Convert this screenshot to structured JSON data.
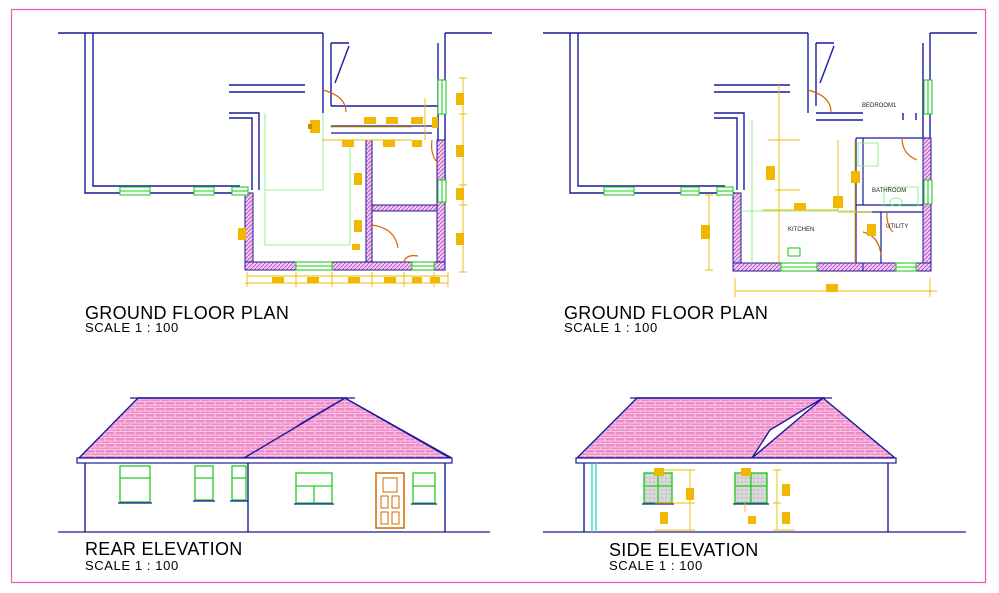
{
  "drawings": [
    {
      "title": "GROUND FLOOR PLAN",
      "scale": "SCALE 1 : 100"
    },
    {
      "title": "GROUND FLOOR PLAN",
      "scale": "SCALE 1 : 100"
    },
    {
      "title": "REAR ELEVATION",
      "scale": "SCALE 1 : 100"
    },
    {
      "title": "SIDE ELEVATION",
      "scale": "SCALE 1 : 100"
    }
  ],
  "rooms": {
    "bedroom": "BEDROOM1",
    "bathroom": "BATHROOM",
    "kitchen": "KITCHEN",
    "utility": "UTILITY"
  },
  "colors": {
    "wall": "#1a1a9e",
    "window": "#22cc22",
    "dimension": "#f0b800",
    "cavity_hatch": "#b24bb2",
    "roof_tile": "#f08cc8",
    "door": "#d06a00",
    "guide_line": "#77ee77",
    "sheet_border": "#e35bb0"
  }
}
